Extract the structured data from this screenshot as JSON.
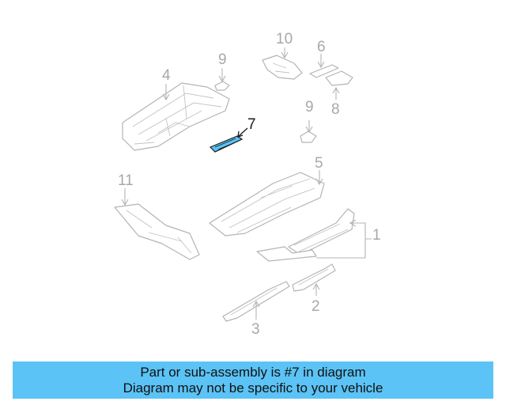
{
  "callouts": {
    "n1": "1",
    "n2": "2",
    "n3": "3",
    "n4": "4",
    "n5": "5",
    "n6": "6",
    "n7": "7",
    "n8": "8",
    "n9a": "9",
    "n9b": "9",
    "n10": "10",
    "n11": "11"
  },
  "banner": {
    "line1": "Part or sub-assembly is #7 in diagram",
    "line2": "Diagram may not be specific to your vehicle"
  },
  "colors": {
    "highlight": "#5bc3f5",
    "line_art": "#b4b4b4",
    "callout_text": "#a8a8a8"
  }
}
